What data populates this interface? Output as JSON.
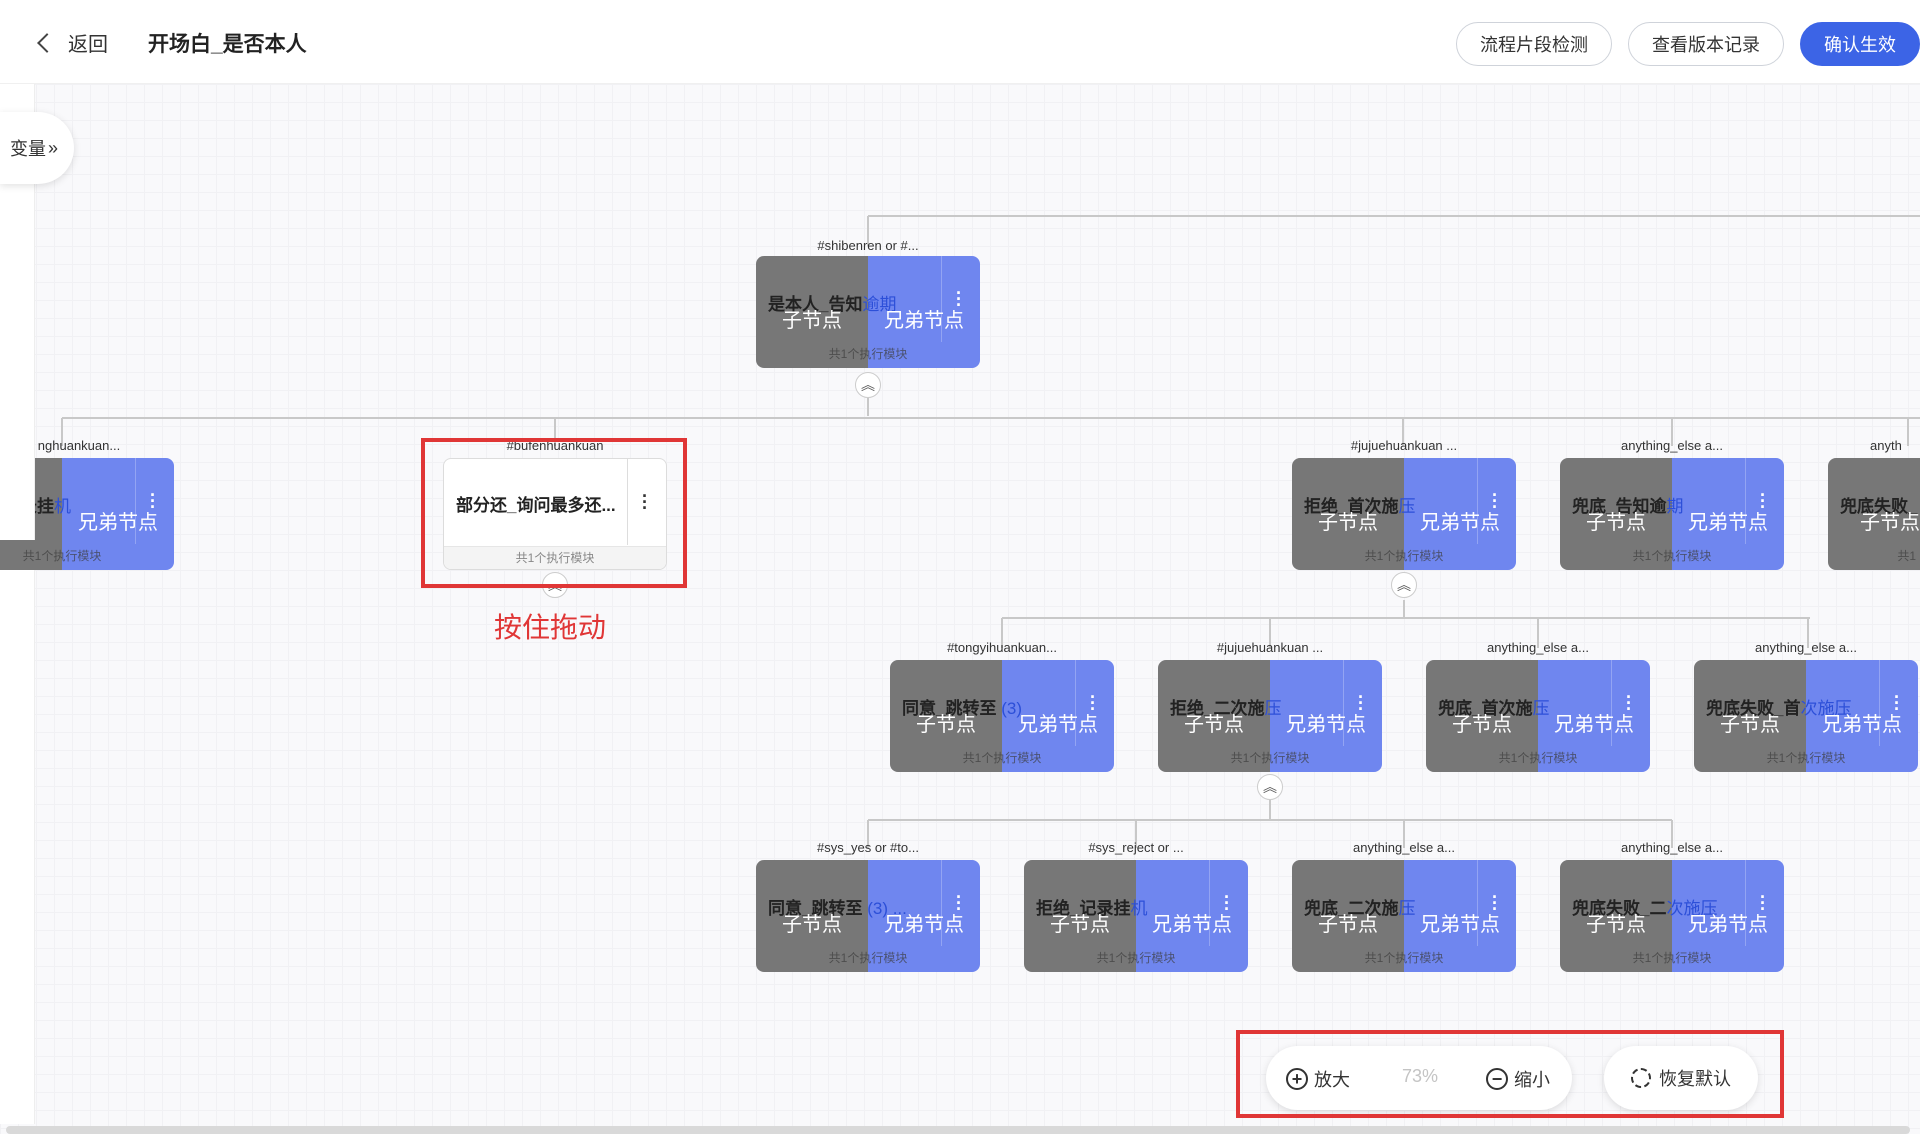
{
  "header": {
    "back_label": "返回",
    "title": "开场白_是否本人",
    "buttons": {
      "check": "流程片段检测",
      "history": "查看版本记录",
      "confirm": "确认生效"
    }
  },
  "sidebar": {
    "variables_label": "变量",
    "variables_arrow": "»"
  },
  "nodes": {
    "root": {
      "condition": "#shibenren or #...",
      "title_a": "是本人_告知",
      "title_b": "逾期",
      "child": "子节点",
      "sibling": "兄弟节点",
      "footer": "共1个执行模块"
    },
    "left_cut": {
      "condition": "nghuankuan...",
      "title_a": "录挂",
      "title_b": "机",
      "child": "子节点",
      "sibling": "兄弟节点",
      "footer": "共1个执行模块"
    },
    "dragged": {
      "condition": "#bufenhuankuan",
      "title_a": "部分还_询问最多还...",
      "footer": "共1个执行模块"
    },
    "l1_reject": {
      "condition": "#jujuehuankuan ...",
      "title_a": "拒绝_首次施",
      "title_b": "压",
      "child": "子节点",
      "sibling": "兄弟节点",
      "footer": "共1个执行模块"
    },
    "l1_default_notify": {
      "condition": "anything_else a...",
      "title_a": "兜底_告知逾",
      "title_b": "期",
      "child": "子节点",
      "sibling": "兄弟节点",
      "footer": "共1个执行模块"
    },
    "l1_fail_cut": {
      "condition": "anyth",
      "title_a": "兜底失败_",
      "title_b": "",
      "child": "子节点",
      "sibling": "",
      "footer": "共1"
    },
    "l2_agree": {
      "condition": "#tongyihuankuan...",
      "title_a": "同意_跳转至",
      "title_b": "(3)",
      "child": "子节点",
      "sibling": "兄弟节点",
      "footer": "共1个执行模块"
    },
    "l2_reject2": {
      "condition": "#jujuehuankuan ...",
      "title_a": "拒绝_二次施",
      "title_b": "压",
      "child": "子节点",
      "sibling": "兄弟节点",
      "footer": "共1个执行模块"
    },
    "l2_default1": {
      "condition": "anything_else a...",
      "title_a": "兜底_首次施",
      "title_b": "压",
      "child": "子节点",
      "sibling": "兄弟节点",
      "footer": "共1个执行模块"
    },
    "l2_fail1": {
      "condition": "anything_else a...",
      "title_a": "兜底失败_首",
      "title_b": "次施压",
      "child": "子节点",
      "sibling": "兄弟节点",
      "footer": "共1个执行模块"
    },
    "l3_agree": {
      "condition": "#sys_yes or #to...",
      "title_a": "同意_跳转至",
      "title_b": "(3) ...",
      "child": "子节点",
      "sibling": "兄弟节点",
      "footer": "共1个执行模块"
    },
    "l3_reject_hang": {
      "condition": "#sys_reject or ...",
      "title_a": "拒绝_记录挂",
      "title_b": "机",
      "child": "子节点",
      "sibling": "兄弟节点",
      "footer": "共1个执行模块"
    },
    "l3_default2": {
      "condition": "anything_else a...",
      "title_a": "兜底_二次施",
      "title_b": "压",
      "child": "子节点",
      "sibling": "兄弟节点",
      "footer": "共1个执行模块"
    },
    "l3_fail2": {
      "condition": "anything_else a...",
      "title_a": "兜底失败_二",
      "title_b": "次施压",
      "child": "子节点",
      "sibling": "兄弟节点",
      "footer": "共1个执行模块"
    }
  },
  "annotation": {
    "drag_hint": "按住拖动"
  },
  "zoom": {
    "zoom_in": "放大",
    "zoom_level": "73%",
    "zoom_out": "缩小",
    "reset": "恢复默认"
  },
  "colors": {
    "primary": "#3c64e6",
    "annotation_red": "#e03636",
    "node_gray": "#777777",
    "node_blue": "#6f86ef"
  }
}
